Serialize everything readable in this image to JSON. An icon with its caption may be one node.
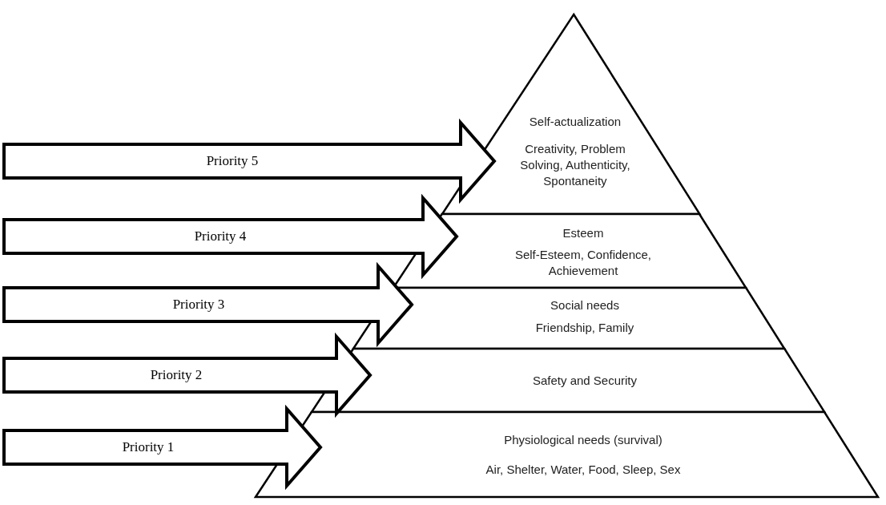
{
  "diagram": {
    "nodes": [
      {
        "text": [
          "Self-actualization",
          "Creativity, Problem Solving, Authenticity, Spontaneity"
        ]
      },
      {
        "text": [
          "Esteem",
          "Self-Esteem, Confidence, Achievement"
        ]
      },
      {
        "text": [
          "Social needs",
          "Friendship, Family"
        ]
      },
      {
        "text": [
          "Safety and Security"
        ]
      },
      {
        "text": [
          "Physiological needs (survival)",
          "Air, Shelter, Water, Food, Sleep, Sex"
        ]
      }
    ],
    "edges": [
      {
        "from": null,
        "to": 0,
        "arrow": "to",
        "label": "Priority 5",
        "style": "thick"
      },
      {
        "from": null,
        "to": 1,
        "arrow": "to",
        "label": "Priority 4",
        "style": "thick"
      },
      {
        "from": null,
        "to": 2,
        "arrow": "to",
        "label": "Priority 3",
        "style": "thick"
      },
      {
        "from": null,
        "to": 3,
        "arrow": "to",
        "label": "Priority 2",
        "style": "thick"
      },
      {
        "from": null,
        "to": 4,
        "arrow": "to",
        "label": "Priority 1",
        "style": "thick"
      }
    ]
  }
}
